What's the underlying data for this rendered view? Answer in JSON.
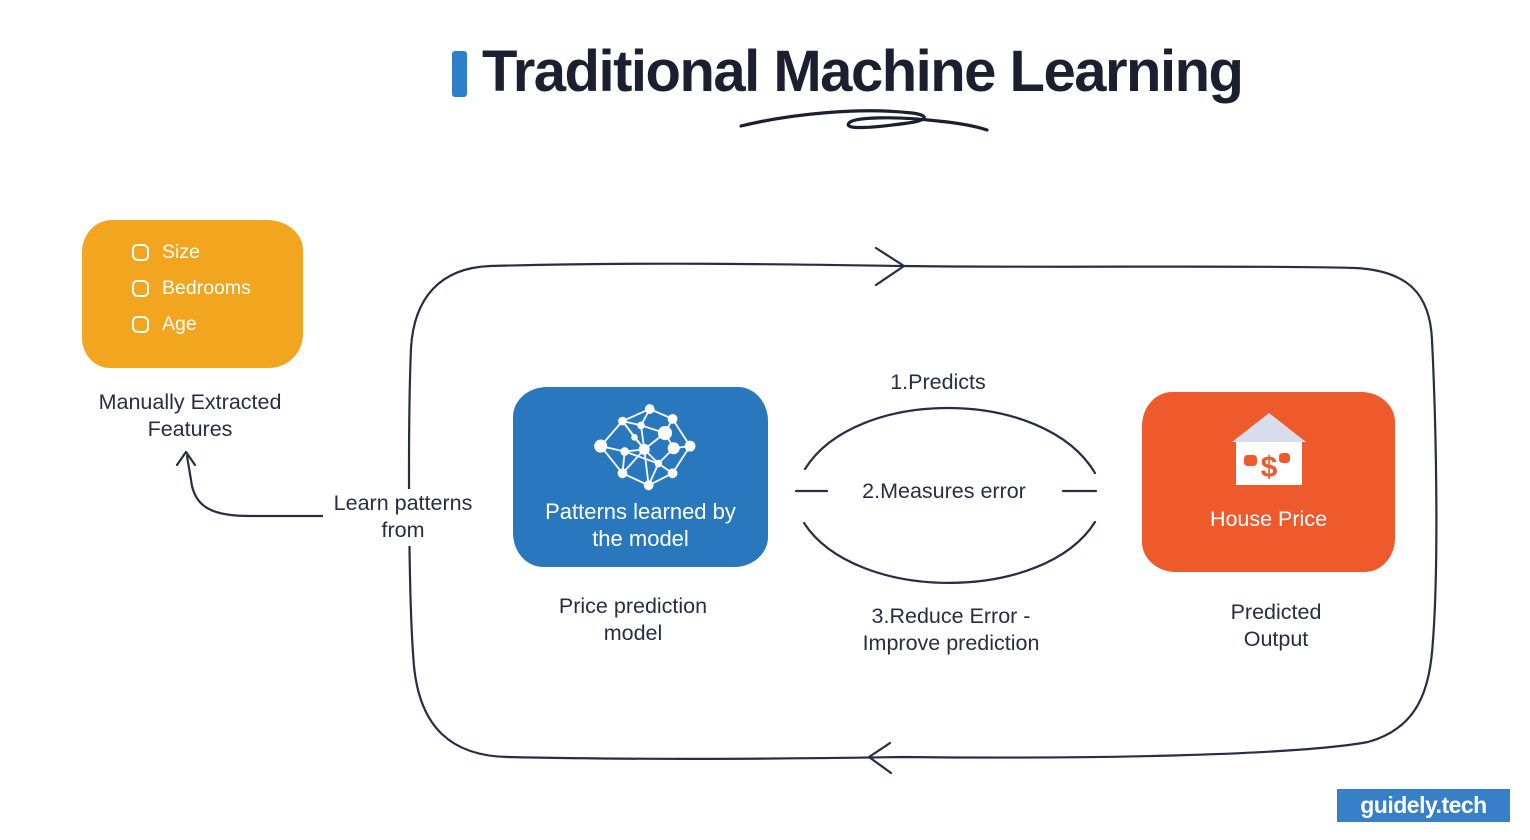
{
  "title": "Traditional Machine Learning",
  "features_card": {
    "items": [
      "Size",
      "Bedrooms",
      "Age"
    ],
    "caption": "Manually Extracted Features"
  },
  "learn_label": "Learn patterns from",
  "model_card": {
    "label": "Patterns learned by the model",
    "caption": "Price prediction model"
  },
  "cycle": {
    "step1": "1.Predicts",
    "step2": "2.Measures error",
    "step3": "3.Reduce Error - Improve prediction"
  },
  "output_card": {
    "label": "House Price",
    "dollar": "$",
    "caption": "Predicted Output"
  },
  "logo": "guidely.tech",
  "colors": {
    "accent_blue": "#2E7FC9",
    "card_blue": "#2978BD",
    "card_yellow": "#F2A620",
    "card_orange": "#EE5A2B",
    "house_roof": "#D9DCEB",
    "ink": "#272D45",
    "logo_bg": "#377FC6"
  }
}
